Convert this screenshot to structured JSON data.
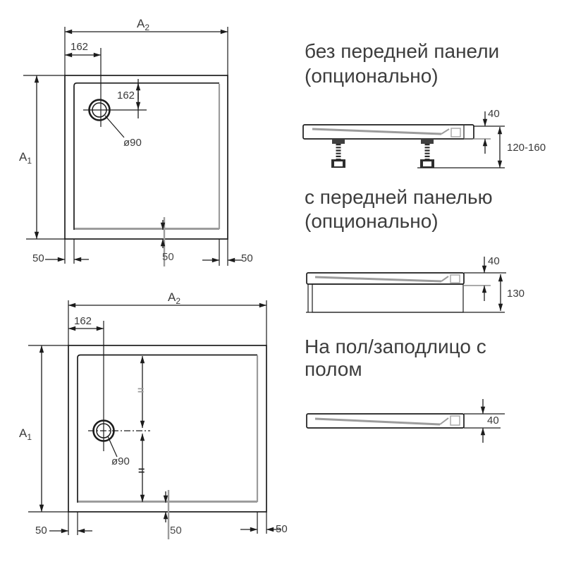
{
  "colors": {
    "line": "#1c1c1c",
    "secondary_gray": "#9c9c9c",
    "text": "#3a3a3a",
    "background": "#ffffff",
    "leg_dark": "#2e2e2e"
  },
  "plan_top": {
    "width_label": {
      "base": "A",
      "sub": "2"
    },
    "height_label": {
      "base": "A",
      "sub": "1"
    },
    "drain_offset_x": "162",
    "drain_offset_y": "162",
    "drain_diameter": "ø90",
    "overhang_left": "50",
    "overhang_bottom": "50",
    "overhang_right": "50"
  },
  "plan_bottom": {
    "width_label": {
      "base": "A",
      "sub": "2"
    },
    "height_label": {
      "base": "A",
      "sub": "1"
    },
    "drain_offset_x": "162",
    "drain_diameter": "ø90",
    "equal_mark_top": "=",
    "equal_mark_bottom": "=",
    "overhang_left": "50",
    "overhang_bottom": "50",
    "overhang_right": "50"
  },
  "side_without_panel": {
    "title_line1": "без передней панели",
    "title_line2": "(опционально)",
    "tray_thickness": "40",
    "leg_height_range": "120-160"
  },
  "side_with_panel": {
    "title_line1": "с передней панелью",
    "title_line2": "(опционально)",
    "tray_thickness": "40",
    "total_height": "130"
  },
  "side_on_floor": {
    "title_line1": "На пол/заподлицо с",
    "title_line2": "полом",
    "tray_thickness": "40"
  }
}
